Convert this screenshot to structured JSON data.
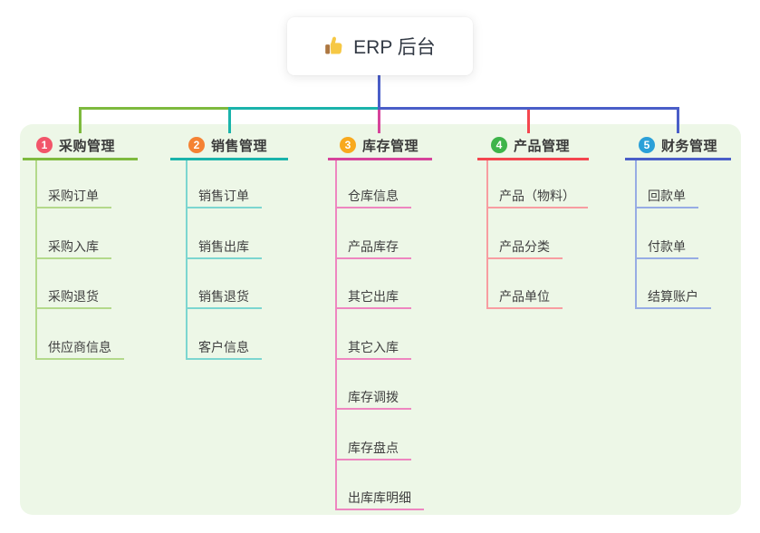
{
  "root": {
    "label": "ERP 后台",
    "icon": "thumbs-up",
    "connector_color": "#4a5ec8"
  },
  "panel": {
    "background": "#edf7e7"
  },
  "branches": [
    {
      "index": "1",
      "label": "采购管理",
      "badge_color": "#f2556a",
      "line_color": "#7eba3e",
      "child_line_color": "#b3d98b",
      "children": [
        "采购订单",
        "采购入库",
        "采购退货",
        "供应商信息"
      ]
    },
    {
      "index": "2",
      "label": "销售管理",
      "badge_color": "#f58233",
      "line_color": "#1ab3ab",
      "child_line_color": "#7cd6d0",
      "children": [
        "销售订单",
        "销售出库",
        "销售退货",
        "客户信息"
      ]
    },
    {
      "index": "3",
      "label": "库存管理",
      "badge_color": "#f8a91e",
      "line_color": "#d6439b",
      "child_line_color": "#ee86c0",
      "children": [
        "仓库信息",
        "产品库存",
        "其它出库",
        "其它入库",
        "库存调拨",
        "库存盘点",
        "出库库明细"
      ]
    },
    {
      "index": "4",
      "label": "产品管理",
      "badge_color": "#3eb44a",
      "line_color": "#f4464f",
      "child_line_color": "#f89da1",
      "children": [
        "产品（物料）",
        "产品分类",
        "产品单位"
      ]
    },
    {
      "index": "5",
      "label": "财务管理",
      "badge_color": "#2ba0d8",
      "line_color": "#4a5ec8",
      "child_line_color": "#97ace4",
      "children": [
        "回款单",
        "付款单",
        "结算账户"
      ]
    }
  ]
}
